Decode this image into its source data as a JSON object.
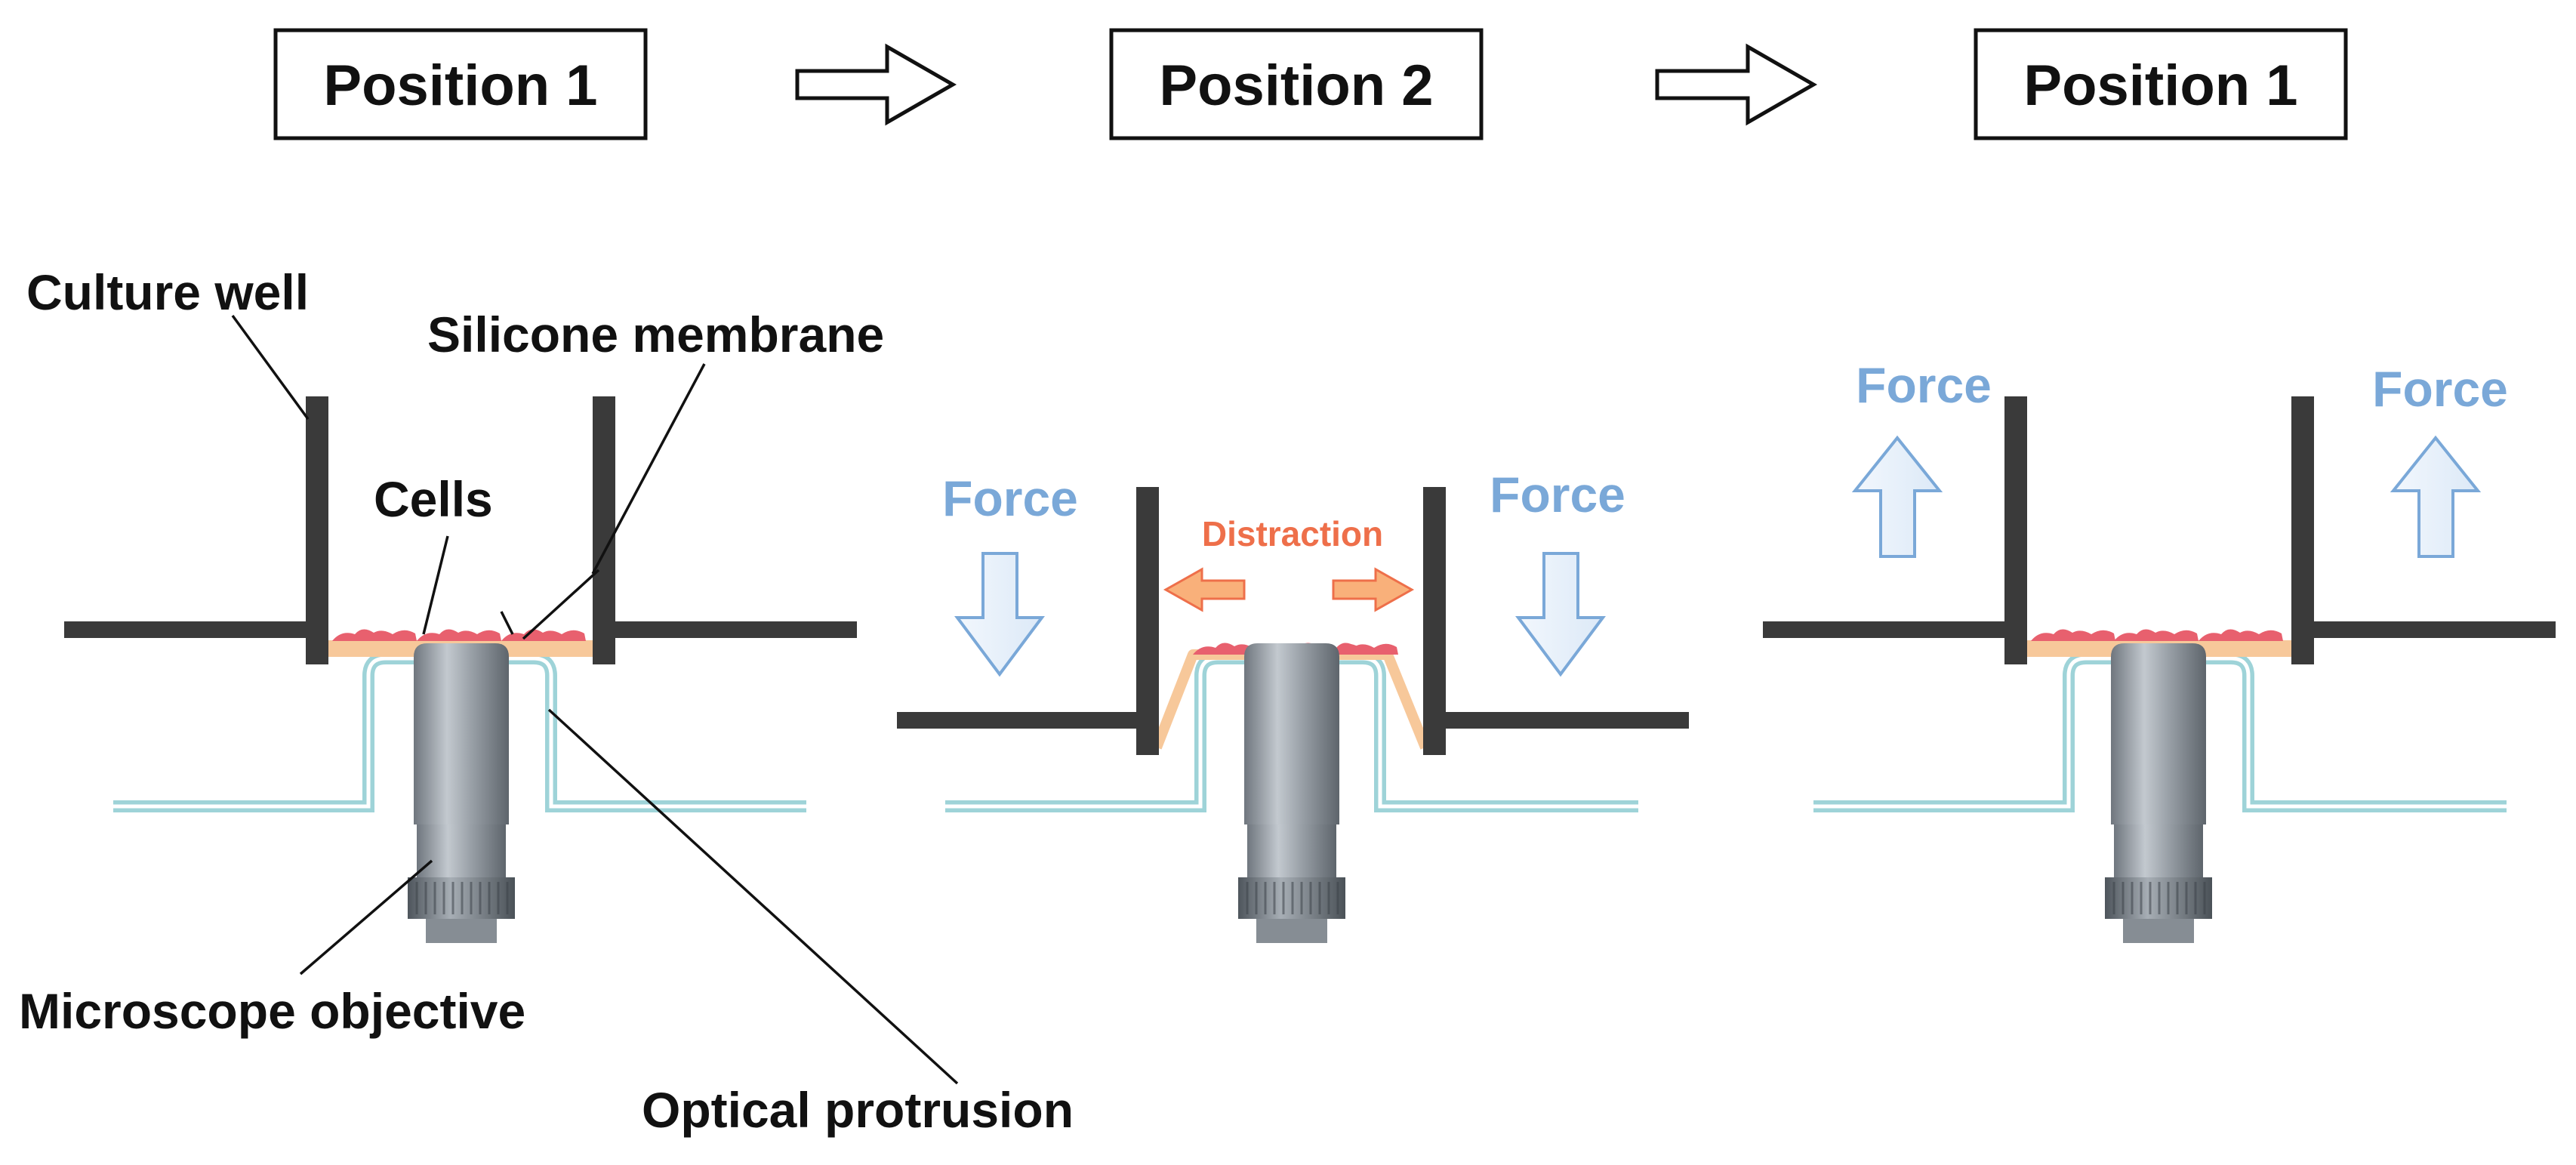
{
  "steps": [
    {
      "label": "Position 1"
    },
    {
      "label": "Position 2"
    },
    {
      "label": "Position 1"
    }
  ],
  "labels": {
    "culture_well": "Culture well",
    "silicone_membrane": "Silicone membrane",
    "cells": "Cells",
    "microscope_objective": "Microscope objective",
    "optical_protrusion": "Optical protrusion"
  },
  "panel2": {
    "force_left": "Force",
    "force_right": "Force",
    "distraction": "Distraction"
  },
  "panel3": {
    "force_left": "Force",
    "force_right": "Force"
  },
  "colors": {
    "wall": "#3a3a3a",
    "protrusion": "#9ed3d8",
    "membrane": "#f7c89a",
    "cells": "#e8606e",
    "force": "#7aa8d8",
    "distraction": "#ee6f4a",
    "objective": "#8e959d"
  }
}
